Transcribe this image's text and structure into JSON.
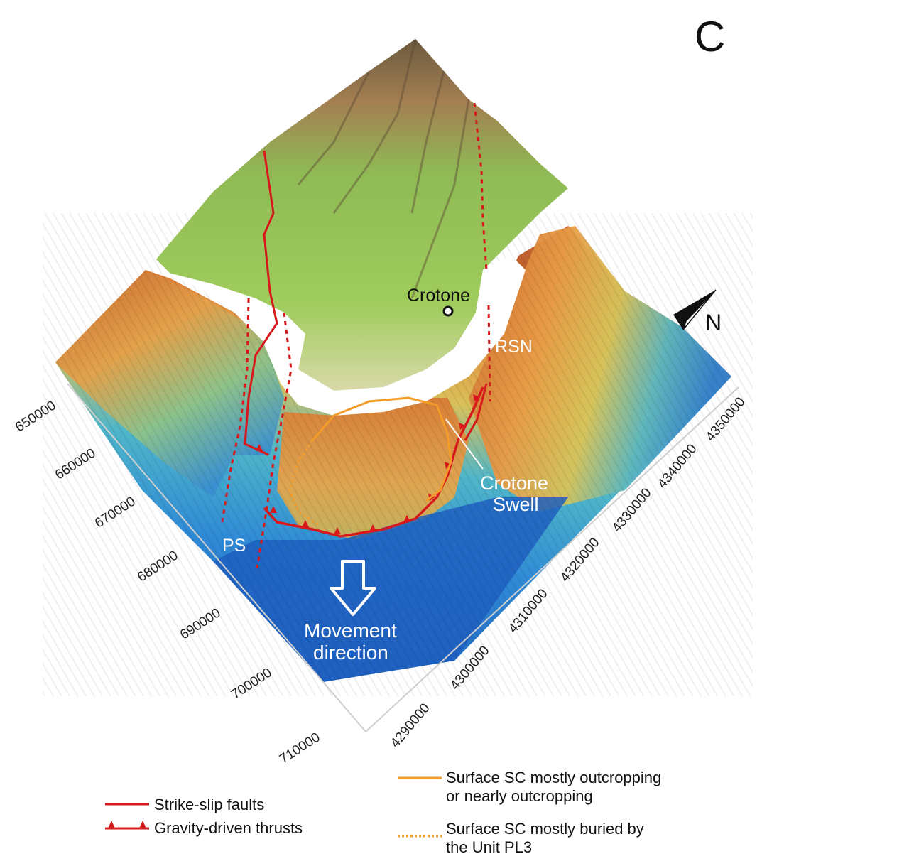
{
  "panel": {
    "letter": "C"
  },
  "map": {
    "labels": {
      "crotone": "Crotone",
      "rsn": "RSN",
      "ps": "PS",
      "north": "N",
      "crotone_swell_1": "Crotone",
      "crotone_swell_2": "Swell",
      "movement_1": "Movement",
      "movement_2": "direction"
    },
    "axis_left_ticks": [
      "650000",
      "660000",
      "670000",
      "680000",
      "690000",
      "700000",
      "710000"
    ],
    "axis_right_ticks": [
      "4290000",
      "4300000",
      "4310000",
      "4320000",
      "4330000",
      "4340000",
      "4350000"
    ]
  },
  "legend": {
    "strike_slip": "Strike-slip faults",
    "gravity_thrusts": "Gravity-driven thrusts",
    "sc_outcrop_1": "Surface SC mostly outcropping",
    "sc_outcrop_2": "or nearly outcropping",
    "sc_buried_1": "Surface SC mostly buried by",
    "sc_buried_2": "the Unit PL3"
  },
  "colors": {
    "fault_red": "#d7191c",
    "surface_orange": "#f39c2a",
    "land_green": "#8fc24a",
    "deep_blue": "#1f5fc0"
  }
}
